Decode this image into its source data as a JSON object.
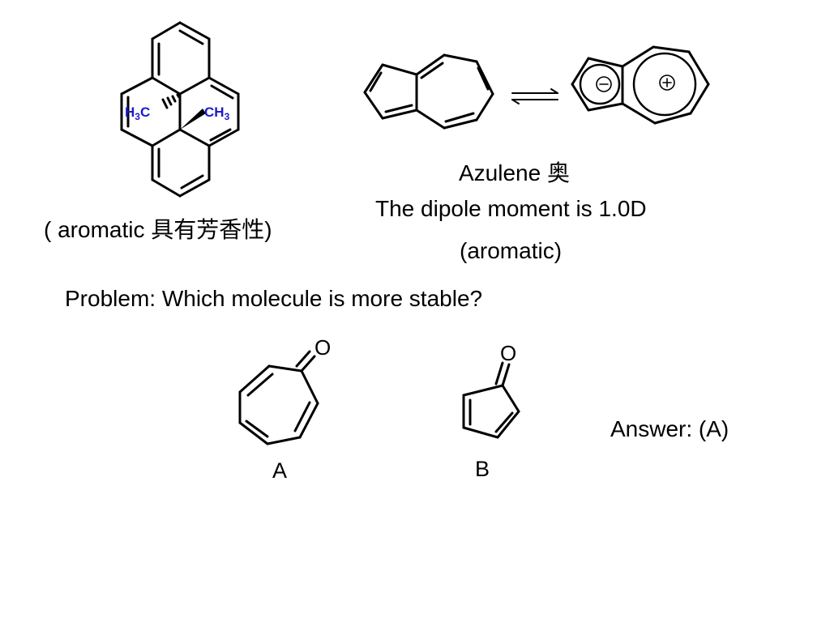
{
  "top_left": {
    "methyl_left": {
      "main": "H",
      "sub": "3",
      "tail": "C"
    },
    "methyl_right": {
      "main": "CH",
      "sub": "3"
    },
    "methyl_color": "#1a1acc",
    "caption": "( aromatic  具有芳香性)"
  },
  "azulene": {
    "name": "Azulene 奥",
    "dipole": "The dipole moment is 1.0D",
    "note": "(aromatic)",
    "charge_minus": "−",
    "charge_plus": "+"
  },
  "problem": {
    "question": "Problem: Which molecule is more stable?",
    "oxygen_a": "O",
    "oxygen_b": "O",
    "label_a": "A",
    "label_b": "B",
    "answer": "Answer: (A)"
  }
}
